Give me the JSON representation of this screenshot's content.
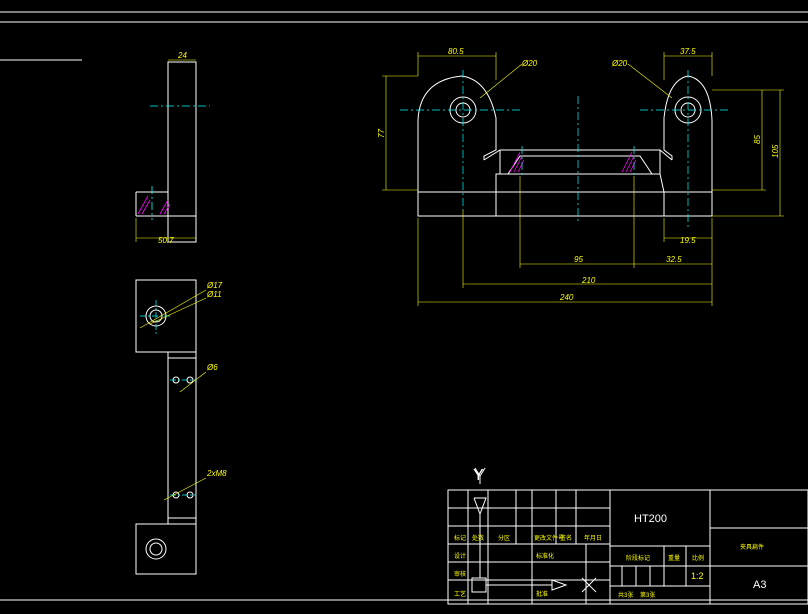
{
  "drawing": {
    "side_view": {
      "dim_top": "24",
      "dim_bottom": "50.7"
    },
    "top_view": {
      "hole_1": "Ø17",
      "hole_2": "Ø11",
      "hole_3": "Ø6",
      "hole_4": "2xM8"
    },
    "front_view": {
      "dim_left_width": "80.5",
      "dim_right_width": "37.5",
      "dim_left_dia": "Ø20",
      "dim_right_dia": "Ø20",
      "dim_left_height": "77",
      "dim_right_85": "85",
      "dim_right_105": "105",
      "dim_19_5": "19.5",
      "dim_95": "95",
      "dim_32_5": "32.5",
      "dim_210": "210",
      "dim_240": "240"
    },
    "ucs": {
      "y_axis": "Y",
      "x_axis": "X"
    },
    "colors": {
      "outline": "#ffffff",
      "dimension": "#ffff00",
      "center": "#00ffff",
      "hatch": "#ff00ff"
    }
  },
  "title_block": {
    "material": "HT200",
    "part_name": "夹具扁件",
    "scale": "1:2",
    "paper": "A3",
    "sheets": "共3张",
    "sheet_no": "第3张",
    "row_labels": [
      "标记",
      "设计",
      "审核",
      "工艺"
    ],
    "col_labels": [
      "处数",
      "分区",
      "更改文件号",
      "签名",
      "年月日"
    ],
    "mid_labels": [
      "标准化",
      "批准"
    ],
    "right_labels": [
      "阶段标记",
      "重量",
      "比例"
    ]
  }
}
